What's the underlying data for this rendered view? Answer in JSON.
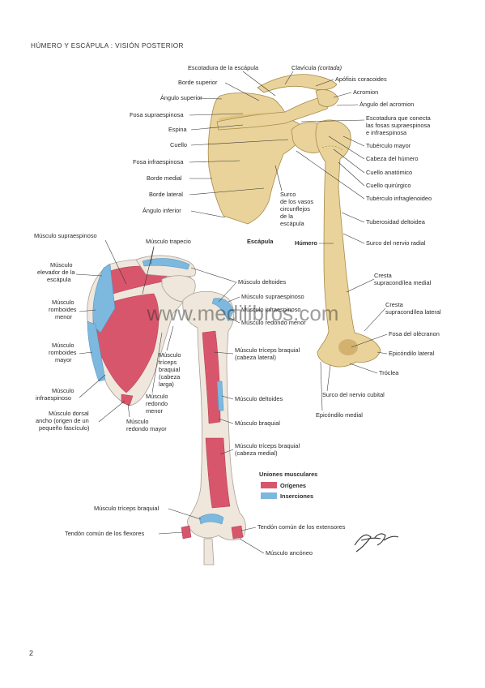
{
  "header": {
    "title": "HÚMERO Y ESCÁPULA : VISIÓN POSTERIOR"
  },
  "page_number": "2",
  "watermark": "www.medilibros.com",
  "signature": "F. Netter M.D.",
  "colors": {
    "bone": "#e9d39a",
    "origin": "#d8566c",
    "insertion": "#7db8de",
    "bone_plain": "#efe7dc"
  },
  "upper_figure": {
    "scapula_caption": "Escápula",
    "humerus_caption": "Húmero",
    "labels": {
      "escotadura": "Escotadura de la escápula",
      "clavicula": "Clavícula",
      "clavicula_note": "(cortada)",
      "apofisis": "Apófisis coracoides",
      "borde_superior": "Borde superior",
      "acromion": "Acromion",
      "angulo_superior": "Ángulo superior",
      "angulo_acromion": "Ángulo del acromion",
      "fosa_supra": "Fosa supraespinosa",
      "escotadura_conecta_1": "Escotadura que conecta",
      "escotadura_conecta_2": "las fosas supraespinosa",
      "escotadura_conecta_3": "e infraespinosa",
      "espina": "Espina",
      "tuberculo_mayor": "Tubérculo mayor",
      "cuello": "Cuello",
      "cabeza_humero": "Cabeza del húmero",
      "fosa_infra": "Fosa infraespinosa",
      "cuello_anatomico": "Cuello anatómico",
      "borde_medial": "Borde medial",
      "cuello_quirurgico": "Cuello quirúrgico",
      "borde_lateral": "Borde lateral",
      "tuberculo_infraglenoideo": "Tubérculo infraglenoideo",
      "surco_vasos_1": "Surco",
      "surco_vasos_2": "de los vasos",
      "surco_vasos_3": "circunflejos",
      "surco_vasos_4": "de la",
      "surco_vasos_5": "escápula",
      "angulo_inferior": "Ángulo inferior",
      "tuberosidad_deltoidea": "Tuberosidad deltoidea",
      "surco_radial": "Surco del nervio radial",
      "cresta_medial_1": "Cresta",
      "cresta_medial_2": "supracondílea medial",
      "cresta_lateral_1": "Cresta",
      "cresta_lateral_2": "supracondílea lateral",
      "fosa_olecranon": "Fosa del olécranon",
      "epicondilo_lateral": "Epicóndilo lateral",
      "troclea": "Tróclea",
      "surco_cubital": "Surco del nervio cubital",
      "epicondilo_medial": "Epicóndilo medial"
    }
  },
  "lower_figure": {
    "labels": {
      "supraespinoso_left": "Músculo supraespinoso",
      "trapecio": "Músculo trapecio",
      "elevador_1": "Músculo",
      "elevador_2": "elevador de la",
      "elevador_3": "escápula",
      "deltoides_top": "Músculo deltoides",
      "supraespinoso_right": "Músculo supraespinoso",
      "romboides_menor_1": "Músculo",
      "romboides_menor_2": "romboides",
      "romboides_menor_3": "menor",
      "infraespinoso_right": "Músculo infraespinoso",
      "redondo_menor_right": "Músculo redondo menor",
      "romboides_mayor_1": "Músculo",
      "romboides_mayor_2": "romboides",
      "romboides_mayor_3": "mayor",
      "triceps_larga_1": "Músculo",
      "triceps_larga_2": "tríceps",
      "triceps_larga_3": "braquial",
      "triceps_larga_4": "(cabeza",
      "triceps_larga_5": "larga)",
      "triceps_lateral_1": "Músculo tríceps braquial",
      "triceps_lateral_2": "(cabeza lateral)",
      "infraespinoso_left_1": "Músculo",
      "infraespinoso_left_2": "infraespinoso",
      "redondo_menor_mid_1": "Músculo",
      "redondo_menor_mid_2": "redondo",
      "redondo_menor_mid_3": "menor",
      "deltoides_mid": "Músculo deltoides",
      "dorsal_1": "Músculo dorsal",
      "dorsal_2": "ancho (origen de un",
      "dorsal_3": "pequeño fascículo)",
      "redondo_mayor_1": "Músculo",
      "redondo_mayor_2": "redondo mayor",
      "braquial": "Músculo braquial",
      "triceps_medial_1": "Músculo tríceps braquial",
      "triceps_medial_2": "(cabeza medial)",
      "triceps_bottom": "Músculo tríceps braquial",
      "flexores": "Tendón común de los flexores",
      "extensores": "Tendón común de los extensores",
      "ancóneo": "Músculo ancóneo"
    },
    "legend": {
      "title": "Uniones musculares",
      "items": [
        {
          "label": "Orígenes",
          "color": "#d8566c"
        },
        {
          "label": "Inserciones",
          "color": "#7db8de"
        }
      ]
    }
  }
}
